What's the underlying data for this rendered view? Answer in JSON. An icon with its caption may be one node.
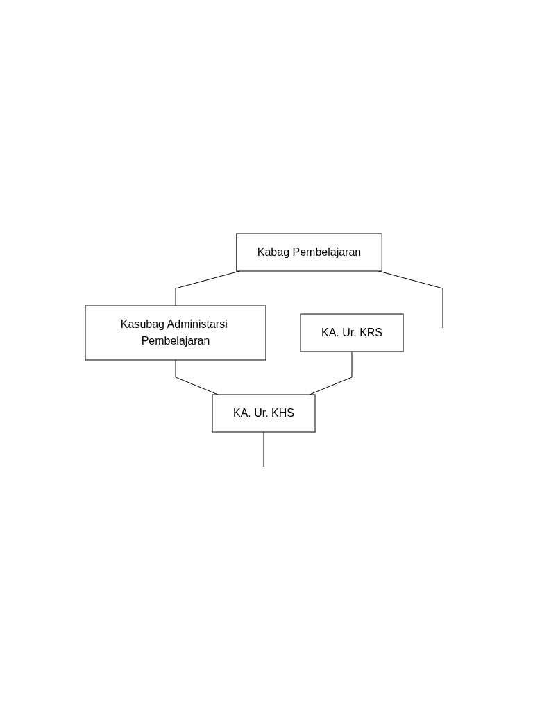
{
  "diagram": {
    "nodes": [
      {
        "text": [
          "Kabag Pembelajaran"
        ]
      },
      {
        "text": [
          "Kasubag Administarsi Pembelajaran"
        ]
      },
      {
        "text": [
          "KA. Ur. KRS"
        ]
      },
      {
        "text": [
          "KA. Ur. KHS"
        ]
      }
    ],
    "edges": [
      {
        "from": 0,
        "to": 1,
        "arrow": "none"
      },
      {
        "from": 0,
        "to": null,
        "arrow": "none"
      },
      {
        "from": 1,
        "to": 3,
        "arrow": "none"
      },
      {
        "from": 2,
        "to": 3,
        "arrow": "none"
      },
      {
        "from": 3,
        "to": null,
        "arrow": "none"
      }
    ]
  }
}
